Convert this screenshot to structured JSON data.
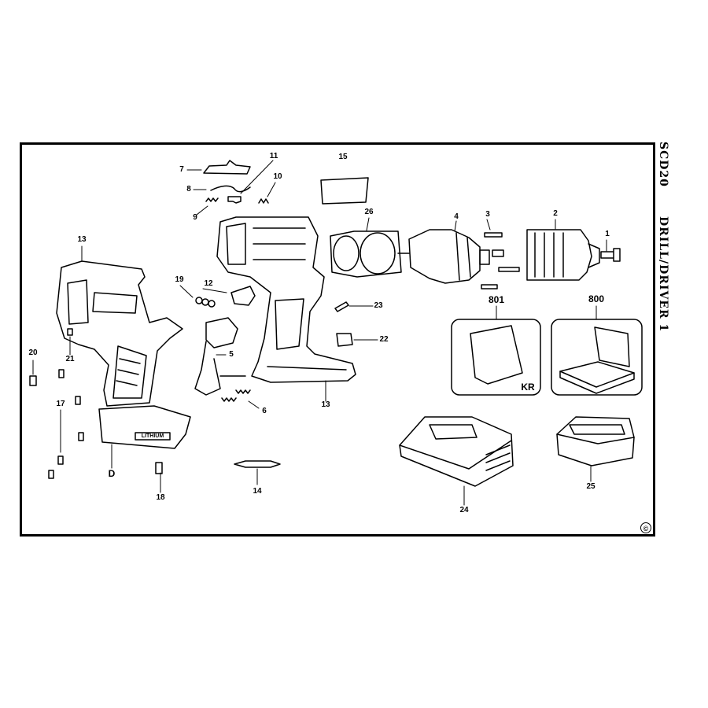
{
  "header": {
    "model_code": "SCD20",
    "title": "DRILL/DRIVER 1",
    "copyright_symbol": "©"
  },
  "labels": {
    "p1": "1",
    "p2": "2",
    "p3": "3",
    "p4": "4",
    "p5": "5",
    "p6": "6",
    "p7": "7",
    "p8": "8",
    "p9": "9",
    "p10": "10",
    "p11": "11",
    "p12": "12",
    "p13_left": "13",
    "p13_mid": "13",
    "p14": "14",
    "p15": "15",
    "p17": "17",
    "p18": "18",
    "p19": "19",
    "p20": "20",
    "p21": "21",
    "p22": "22",
    "p23": "23",
    "p24": "24",
    "p25": "25",
    "p26": "26",
    "p800": "800",
    "p801": "801",
    "pD": "D",
    "kr": "KR"
  },
  "battery_text": "LITHIUM"
}
